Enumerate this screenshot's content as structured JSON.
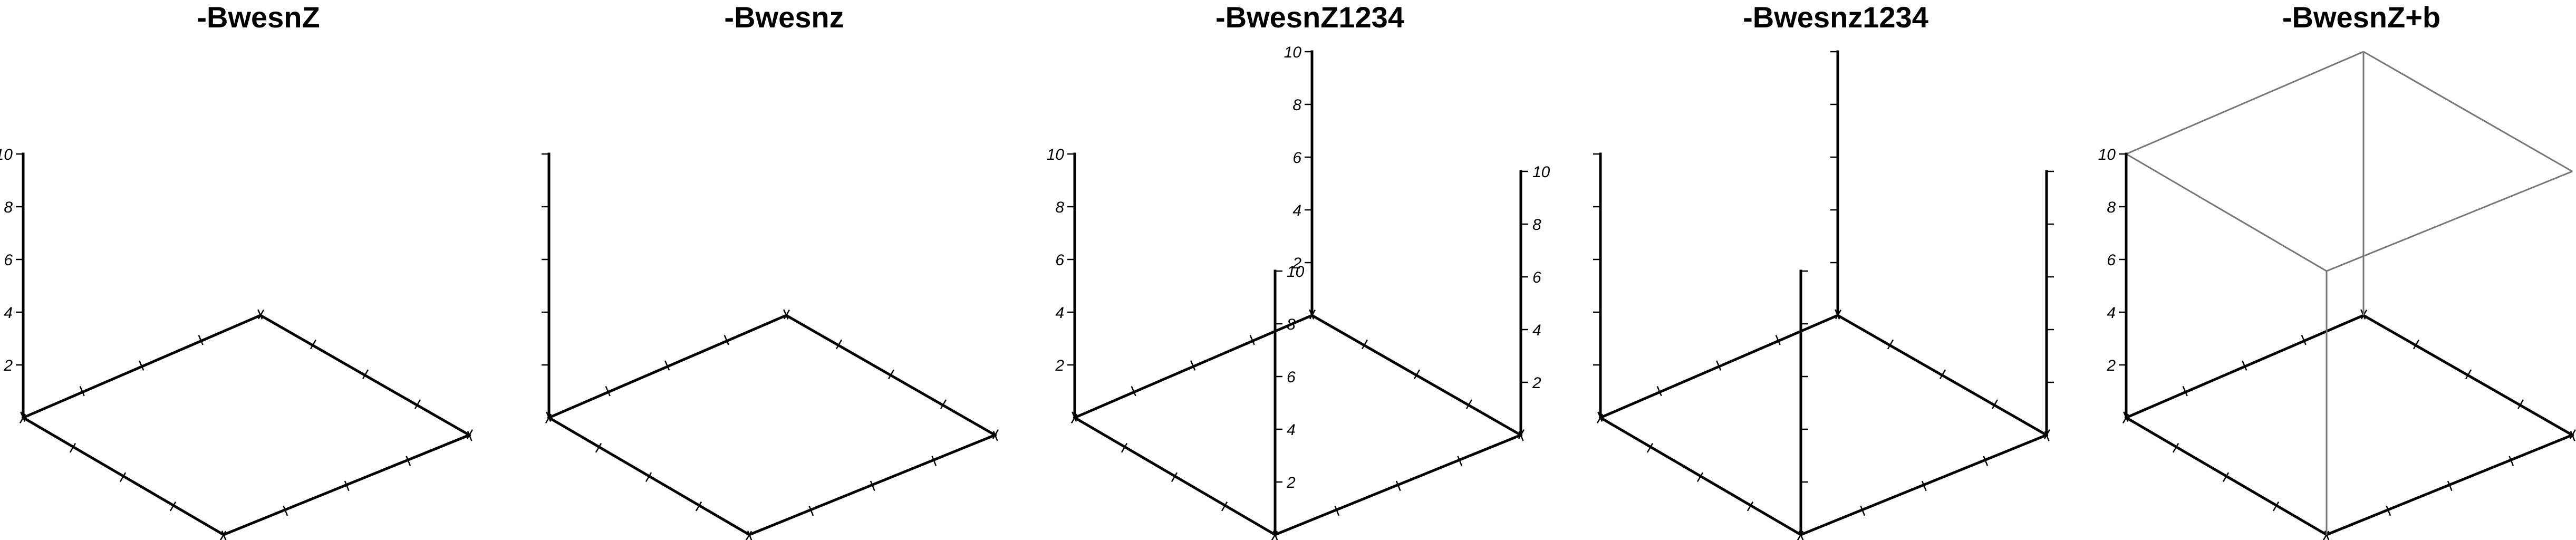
{
  "panels": [
    {
      "title": "-BwesnZ",
      "frame": "Bwesn",
      "z_axes": [
        1
      ],
      "z_labels": true,
      "box": false
    },
    {
      "title": "-Bwesnz",
      "frame": "Bwesn",
      "z_axes": [
        1
      ],
      "z_labels": false,
      "box": false
    },
    {
      "title": "-BwesnZ1234",
      "frame": "Bwesn",
      "z_axes": [
        1,
        2,
        3,
        4
      ],
      "z_labels": true,
      "box": false
    },
    {
      "title": "-Bwesnz1234",
      "frame": "Bwesn",
      "z_axes": [
        1,
        2,
        3,
        4
      ],
      "z_labels": false,
      "box": false
    },
    {
      "title": "-BwesnZ+b",
      "frame": "Bwesn",
      "z_axes": [
        1
      ],
      "z_labels": true,
      "box": true
    }
  ],
  "z_range": [
    0,
    10
  ],
  "z_tick_labels": [
    "2",
    "4",
    "6",
    "8",
    "10"
  ],
  "xy_ticks_per_edge": 4
}
